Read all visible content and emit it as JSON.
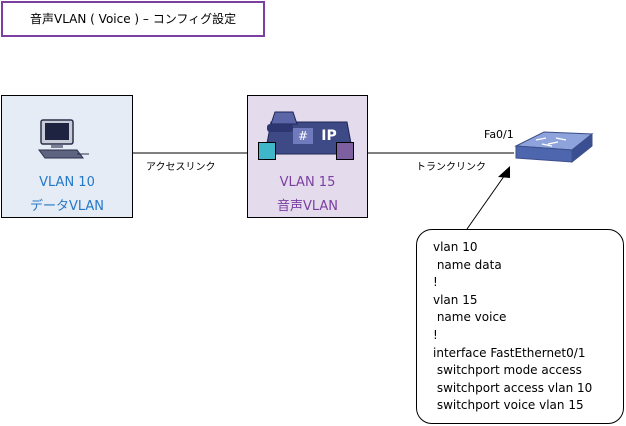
{
  "title": "音声VLAN ( Voice ) – コンフィグ設定",
  "pc_node": {
    "vlan_label": "VLAN 10",
    "name_label": "データVLAN",
    "icon": "pc-icon"
  },
  "phone_node": {
    "vlan_label": "VLAN 15",
    "name_label": "音声VLAN",
    "icon": "ip-phone-icon",
    "phone_text": "IP"
  },
  "switch": {
    "icon": "switch-icon",
    "port_label": "Fa0/1"
  },
  "links": {
    "access_label": "アクセスリンク",
    "trunk_label": "トランクリンク"
  },
  "config": {
    "lines": [
      "vlan 10",
      " name data",
      "!",
      "vlan 15",
      " name voice",
      "!",
      "interface FastEthernet0/1",
      " switchport mode access",
      " switchport access vlan 10",
      " switchport voice vlan 15"
    ]
  },
  "colors": {
    "title_border": "#7a3fa0",
    "pc_box": "#e6ecf5",
    "phone_box": "#e4dbec",
    "vlan10_text": "#2478c8",
    "vlan15_text": "#7a3fa0",
    "port_cyan": "#3fb7c9",
    "port_purple": "#7e5fa0",
    "switch_blue": "#6c86c8"
  }
}
